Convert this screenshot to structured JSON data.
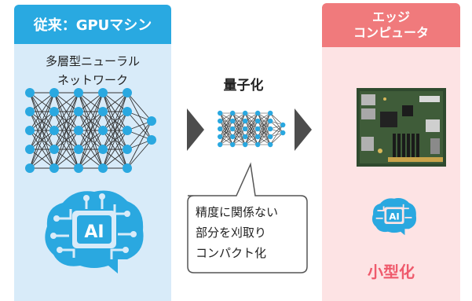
{
  "left_panel": {
    "header": "従来：GPUマシン",
    "nn_caption_line1": "多層型ニューラル",
    "nn_caption_line2": "ネットワーク",
    "brain_label": "AI"
  },
  "middle": {
    "quantization_label": "量子化",
    "callout_line1": "精度に関係ない",
    "callout_line2": "部分を刈取り",
    "callout_line3": "コンパクト化"
  },
  "right_panel": {
    "header_line1": "エッジ",
    "header_line2": "コンピュータ",
    "brain_label": "AI",
    "result_label": "小型化"
  },
  "colors": {
    "left_header": "#29a9e1",
    "left_panel_bg": "#d8ebf9",
    "right_header": "#f07a7c",
    "right_panel_bg": "#fde3e4",
    "accent_text": "#ef5a6c",
    "node_blue": "#2aa8e0",
    "arrow_gray": "#4d4d4d"
  }
}
